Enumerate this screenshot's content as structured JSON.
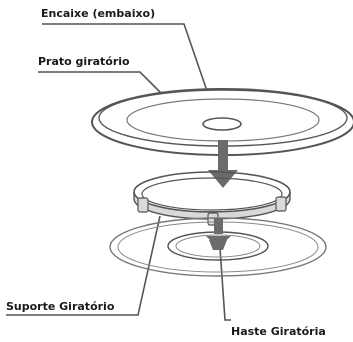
{
  "labels": {
    "encaixe": "Encaixe (embaixo)",
    "prato": "Prato giratório",
    "suporte": "Suporte Giratório",
    "haste": "Haste Giratória"
  },
  "colors": {
    "line": "#555555",
    "light_line": "#888888",
    "fill": "#d9d9d9",
    "arrow": "#6b6b6b"
  }
}
